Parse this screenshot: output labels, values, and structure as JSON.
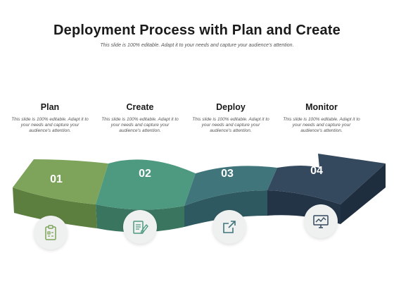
{
  "title": "Deployment Process with Plan and Create",
  "subtitle": "This slide is 100% editable. Adapt it to your needs and capture your audience's attention.",
  "steps": [
    {
      "label": "Plan",
      "number": "01",
      "description": "This slide is 100% editable. Adapt it to your needs and capture your audience's attention.",
      "icon": "clipboard-icon",
      "color": "#7ea35a"
    },
    {
      "label": "Create",
      "number": "02",
      "description": "This slide is 100% editable. Adapt it to your needs and capture your audience's attention.",
      "icon": "edit-document-icon",
      "color": "#4e9a80"
    },
    {
      "label": "Deploy",
      "number": "03",
      "description": "This slide is 100% editable. Adapt it to your needs and capture your audience's attention.",
      "icon": "external-link-icon",
      "color": "#3f757b"
    },
    {
      "label": "Monitor",
      "number": "04",
      "description": "This slide is 100% editable. Adapt it to your needs and capture your audience's attention.",
      "icon": "monitor-chart-icon",
      "color": "#34495e"
    }
  ]
}
